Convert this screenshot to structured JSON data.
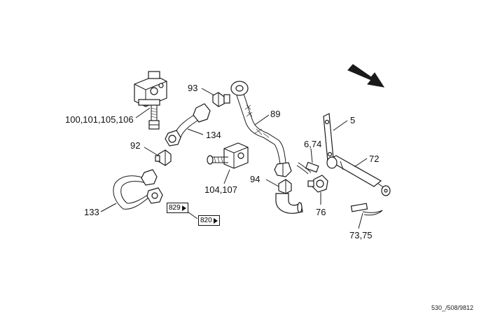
{
  "labels": {
    "p100": "100,101,105,106",
    "p93": "93",
    "p89": "89",
    "p134": "134",
    "p92": "92",
    "p5": "5",
    "p674": "6,74",
    "p72": "72",
    "p104": "104,107",
    "p94": "94",
    "p76": "76",
    "p133": "133",
    "p7375": "73,75"
  },
  "refs": {
    "r829": "829",
    "r820": "820"
  },
  "drawing_code": "530_/508/9812"
}
